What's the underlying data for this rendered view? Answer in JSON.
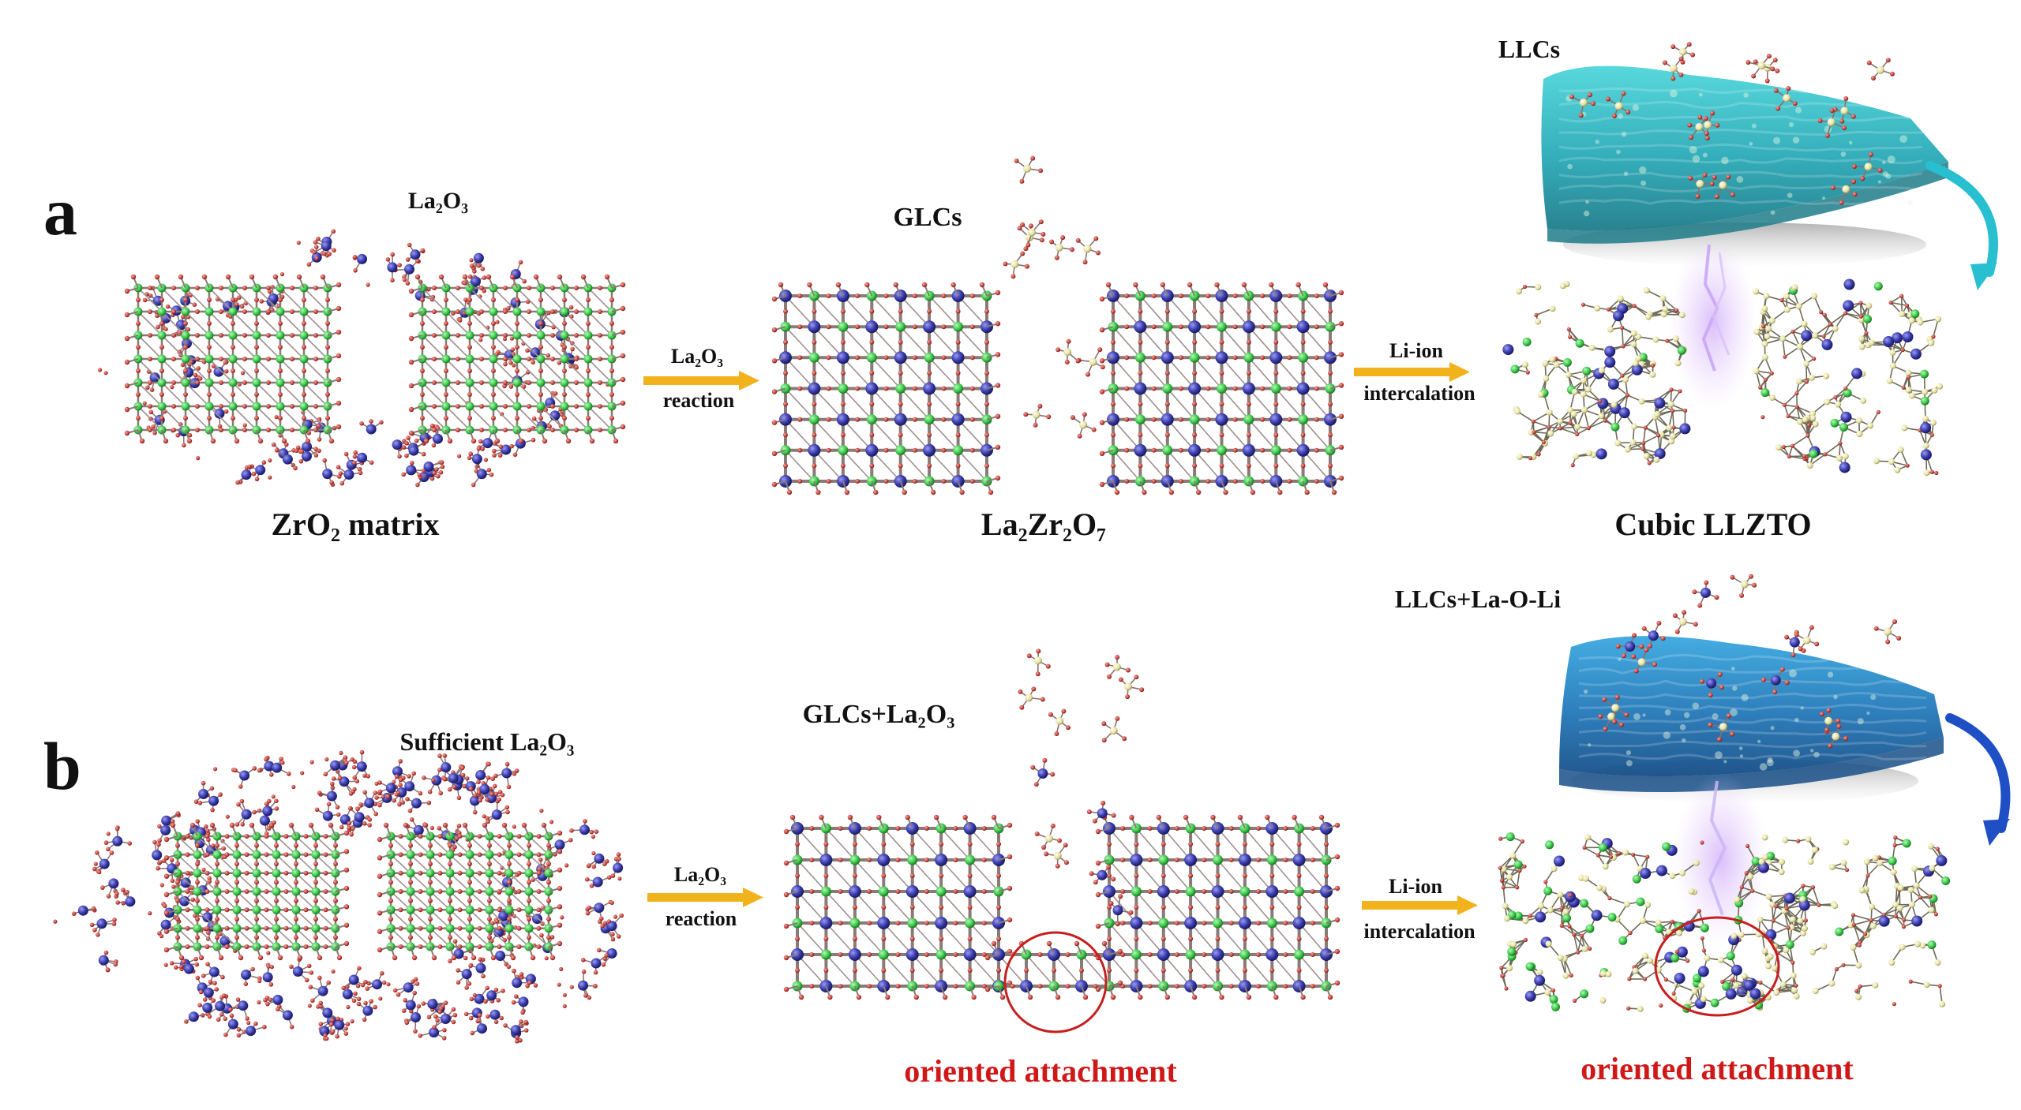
{
  "panel_a": {
    "letter": "a",
    "label_reactant": "La₂O₃",
    "label_matrix": "ZrO₂ matrix",
    "arrow1": {
      "top": "La₂O₃",
      "bottom": "reaction"
    },
    "label_glcs": "GLCs",
    "label_intermediate": "La₂Zr₂O₇",
    "arrow2": {
      "top": "Li-ion",
      "bottom": "intercalation"
    },
    "label_llcs": "LLCs",
    "label_product": "Cubic LLZTO"
  },
  "panel_b": {
    "letter": "b",
    "label_reactant": "Sufficient La₂O₃",
    "arrow1": {
      "top": "La₂O₃",
      "bottom": "reaction"
    },
    "label_glcs": "GLCs+La₂O₃",
    "label_attach1": "oriented attachment",
    "arrow2": {
      "top": "Li-ion",
      "bottom": "intercalation"
    },
    "label_llcs": "LLCs+La-O-Li",
    "label_attach2": "oriented attachment"
  },
  "colors": {
    "arrow": "#F2B21C",
    "highlight_text": "#D01818",
    "circle": "#C81E1E",
    "zr_atom": "#3FCF4C",
    "la_atom": "#3B3DB0",
    "o_atom": "#C0403A",
    "li_atom": "#E4E0A0",
    "bond": "#8A7A78",
    "liquid_a": "#35C4CF",
    "liquid_b": "#2A8FD0",
    "curve_a": "#28BFD0",
    "curve_b": "#1F4FC4"
  }
}
